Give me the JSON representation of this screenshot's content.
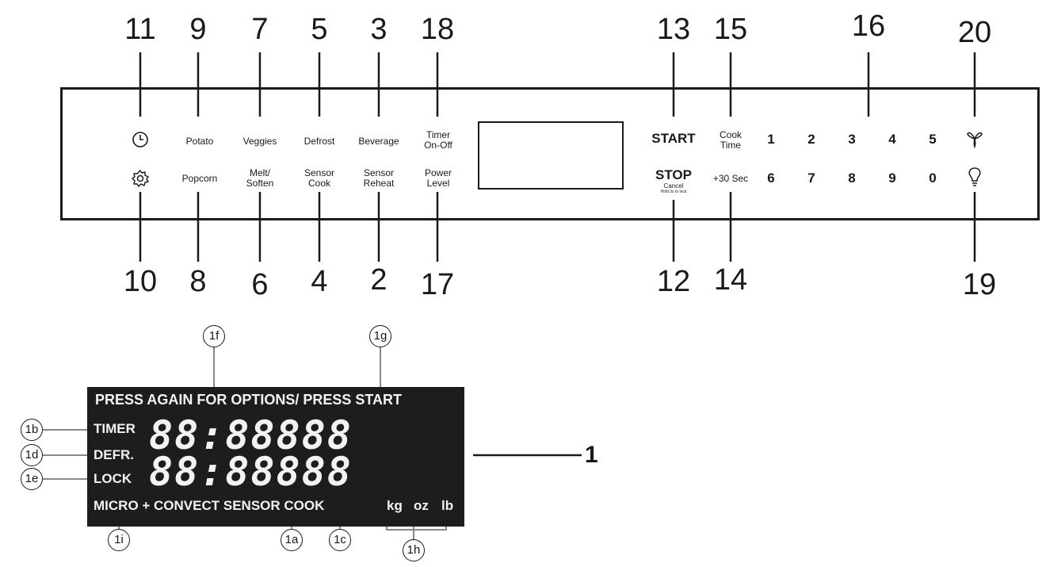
{
  "top_numbers": [
    "11",
    "9",
    "7",
    "5",
    "3",
    "18",
    "13",
    "15",
    "16",
    "20"
  ],
  "bottom_numbers": [
    "10",
    "8",
    "6",
    "4",
    "2",
    "17",
    "12",
    "14",
    "19"
  ],
  "panel": {
    "row1": [
      "Potato",
      "Veggies",
      "Defrost",
      "Beverage",
      "Timer\nOn-Off"
    ],
    "row2": [
      "Popcorn",
      "Melt/\nSoften",
      "Sensor\nCook",
      "Sensor\nReheat",
      "Power\nLevel"
    ],
    "start": "START",
    "stop": "STOP",
    "stop_sub": "Cancel",
    "stop_sub2": "Hold 3s to lock",
    "cook_time": "Cook\nTime",
    "plus30": "+30 Sec",
    "digits_row1": [
      "1",
      "2",
      "3",
      "4",
      "5"
    ],
    "digits_row2": [
      "6",
      "7",
      "8",
      "9",
      "0"
    ],
    "icons": [
      "clock-icon",
      "gear-icon",
      "fan-icon",
      "light-bulb-icon"
    ]
  },
  "lcd": {
    "top_text": "PRESS AGAIN FOR OPTIONS/  PRESS START",
    "timer": "TIMER",
    "defr": "DEFR.",
    "lock": "LOCK",
    "segments": "88:88888",
    "bottom_text": "MICRO + CONVECT SENSOR  COOK",
    "units": [
      "kg",
      "oz",
      "lb"
    ],
    "ref": "1"
  },
  "callouts": [
    "1f",
    "1g",
    "1b",
    "1d",
    "1e",
    "1i",
    "1a",
    "1c",
    "1h"
  ],
  "colors": {
    "ink": "#1a1a1a",
    "lcd_bg": "#1d1d1d",
    "lcd_text": "#f2f2f2"
  }
}
